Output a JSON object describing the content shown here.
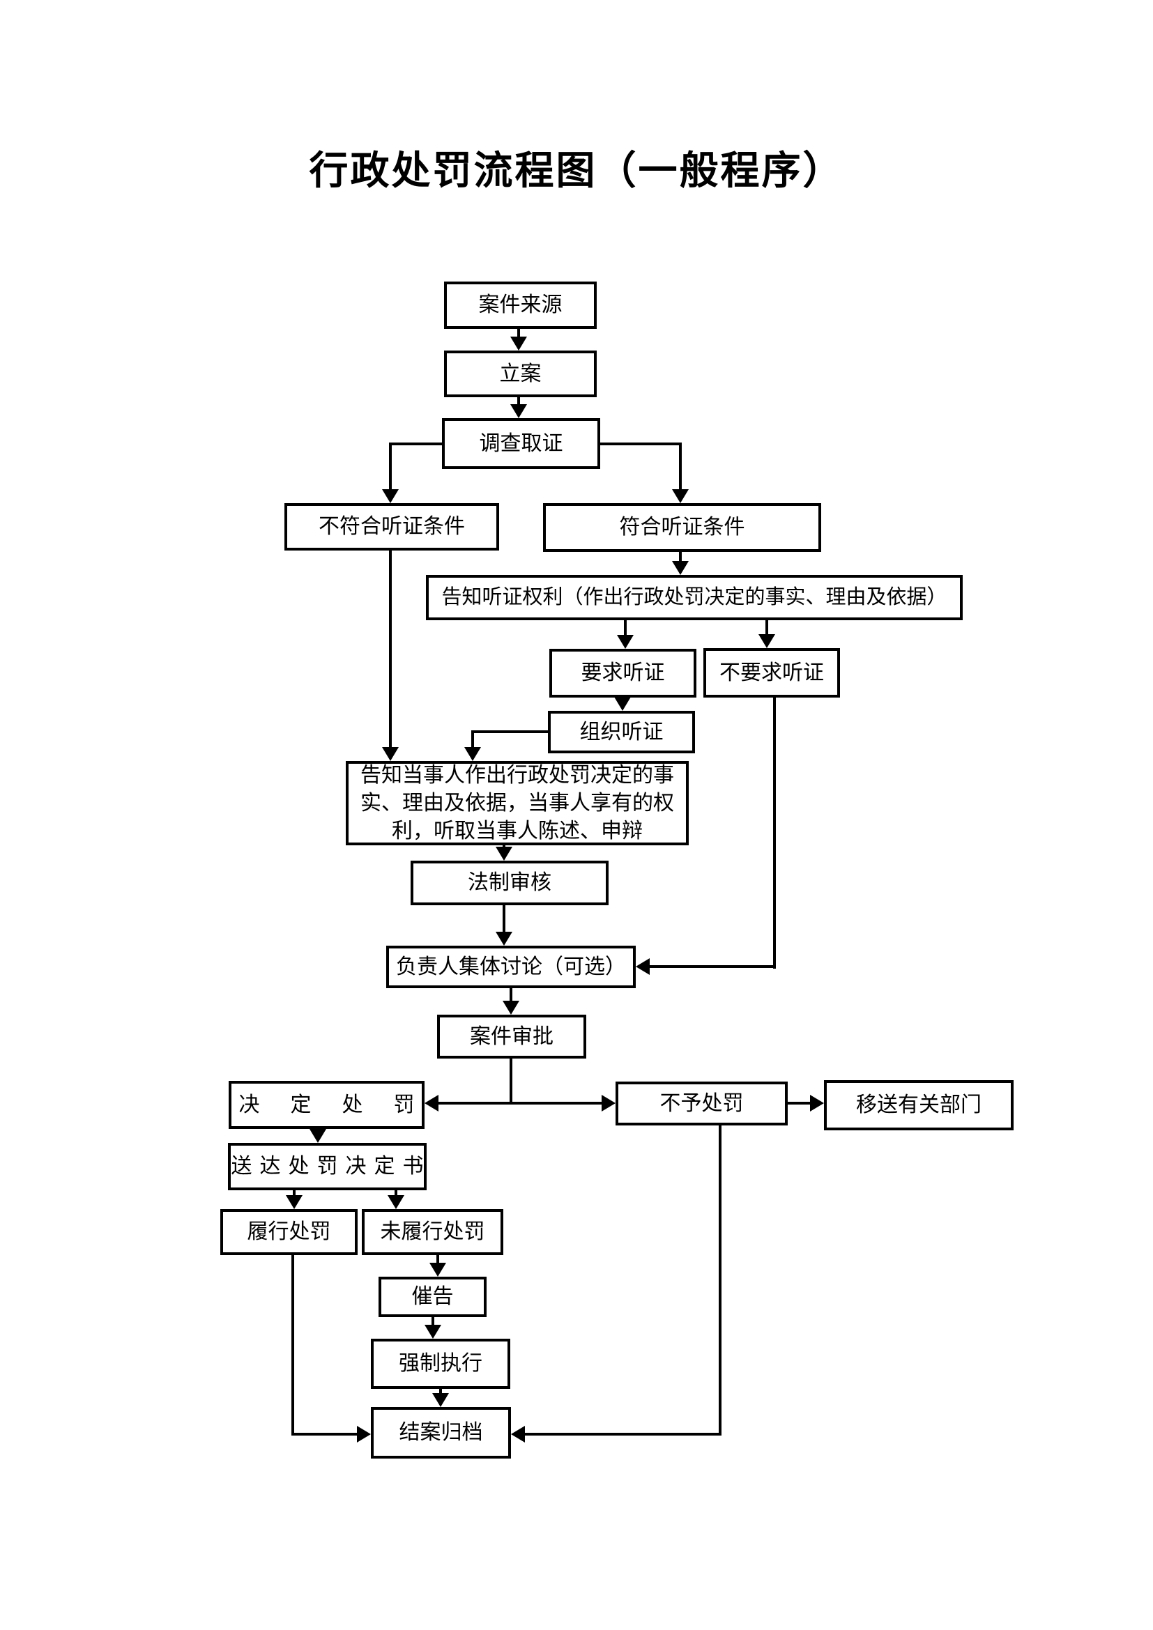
{
  "title": "行政处罚流程图（一般程序）",
  "colors": {
    "background": "#ffffff",
    "box_border": "#000000",
    "line": "#000000",
    "text": "#000000"
  },
  "nodes": {
    "case_source": {
      "label": "案件来源"
    },
    "filing": {
      "label": "立案"
    },
    "investigation": {
      "label": "调查取证"
    },
    "no_hearing_cond": {
      "label": "不符合听证条件"
    },
    "hearing_cond": {
      "label": "符合听证条件"
    },
    "notify_hearing_right": {
      "label": "告知听证权利（作出行政处罚决定的事实、理由及依据）"
    },
    "request_hearing": {
      "label": "要求听证"
    },
    "no_request_hearing": {
      "label": "不要求听证"
    },
    "organize_hearing": {
      "label": "组织听证"
    },
    "inform_party": {
      "label": "告知当事人作出行政处罚决定的事实、理由及依据，当事人享有的权利，听取当事人陈述、申辩"
    },
    "legal_review": {
      "label": "法制审核"
    },
    "collective_discussion": {
      "label": "负责人集体讨论（可选）"
    },
    "case_approval": {
      "label": "案件审批"
    },
    "decide_penalty": {
      "label": "决定处罚"
    },
    "no_penalty": {
      "label": "不予处罚"
    },
    "transfer_dept": {
      "label": "移送有关部门"
    },
    "deliver_decision": {
      "label": "送达处罚决定书"
    },
    "fulfill_penalty": {
      "label": "履行处罚"
    },
    "not_fulfill_penalty": {
      "label": "未履行处罚"
    },
    "reminder": {
      "label": "催告"
    },
    "enforcement": {
      "label": "强制执行"
    },
    "close_archive": {
      "label": "结案归档"
    }
  }
}
